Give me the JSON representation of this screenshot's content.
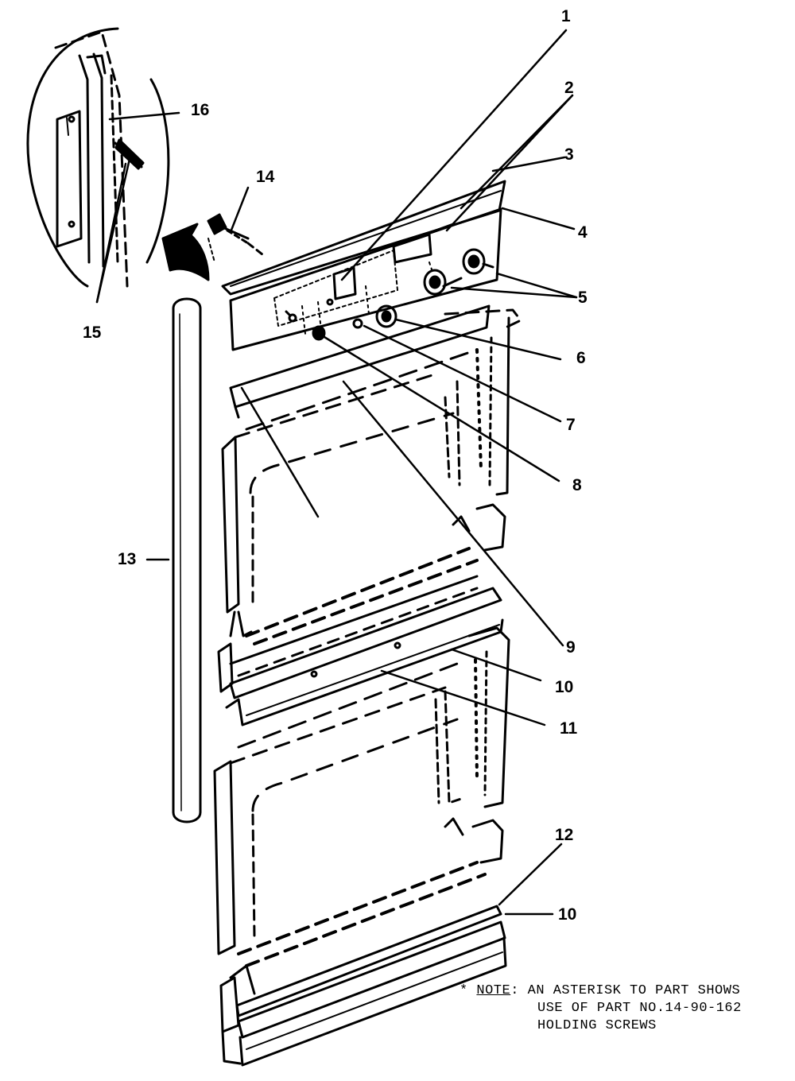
{
  "callouts": {
    "c1": "1",
    "c2": "2",
    "c3": "3",
    "c4": "4",
    "c5": "5",
    "c6": "6",
    "c7": "7",
    "c8": "8",
    "c9": "9",
    "c10a": "10",
    "c10b": "10",
    "c11": "11",
    "c12": "12",
    "c13": "13",
    "c14": "14",
    "c15": "15",
    "c16": "16"
  },
  "note": {
    "asterisk": "*",
    "word": "NOTE",
    "colon": ":",
    "line1_rest": " AN ASTERISK TO PART SHOWS",
    "line2": "USE OF PART NO.14-90-162",
    "line3": "HOLDING SCREWS"
  }
}
